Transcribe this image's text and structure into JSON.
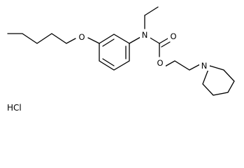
{
  "molecule": {
    "atom_labels": {
      "ether_oxygen": "O",
      "nitrogen": "N",
      "carbonyl_oxygen": "O",
      "ester_oxygen": "O",
      "piperidine_nitrogen": "N"
    },
    "salt_label": "HCl"
  },
  "colors": {
    "bond": "#000000",
    "text": "#000000",
    "background": "#ffffff"
  }
}
